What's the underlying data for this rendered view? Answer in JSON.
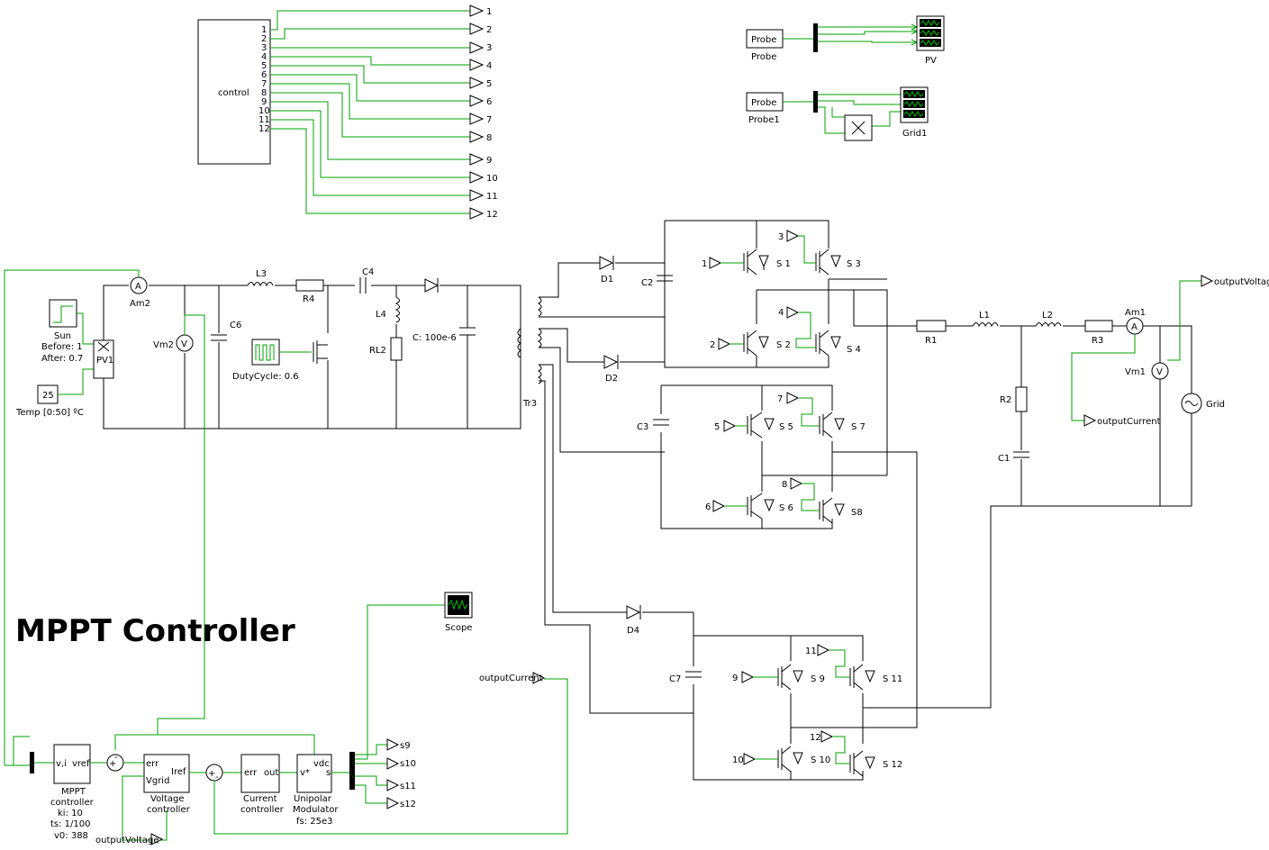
{
  "title": "MPPT Controller",
  "control_block": {
    "label": "control",
    "ports": [
      "1",
      "2",
      "3",
      "4",
      "5",
      "6",
      "7",
      "8",
      "9",
      "10",
      "11",
      "12"
    ],
    "goto_tags": [
      "1",
      "2",
      "3",
      "4",
      "5",
      "6",
      "7",
      "8",
      "9",
      "10",
      "11",
      "12"
    ]
  },
  "probes": {
    "probe": {
      "label": "Probe",
      "name": "Probe",
      "scope": "PV"
    },
    "probe1": {
      "label": "Probe",
      "name": "Probe1",
      "scope": "Grid1"
    }
  },
  "pv_source": {
    "sun_name": "Sun",
    "sun_before": "Before: 1",
    "sun_after": "After: 0.7",
    "temp_value": "25",
    "temp_label": "Temp [0:50] ºC",
    "pv_label": "PV1"
  },
  "meters": {
    "am2": "Am2",
    "vm2": "Vm2",
    "am1": "Am1",
    "vm1": "Vm1"
  },
  "components": {
    "l3": "L3",
    "r4": "R4",
    "c4": "C4",
    "c6": "C6",
    "l4": "L4",
    "rl2": "RL2",
    "c_main": "C: 100e-6",
    "duty": "DutyCycle: 0.6",
    "tr3": "Tr3",
    "d1": "D1",
    "d2": "D2",
    "d4": "D4",
    "c2": "C2",
    "c3": "C3",
    "c7": "C7",
    "r1": "R1",
    "l1": "L1",
    "l2": "L2",
    "r3": "R3",
    "r2": "R2",
    "c1": "C1",
    "grid": "Grid"
  },
  "switches": {
    "s1": "S 1",
    "s2": "S 2",
    "s3": "S 3",
    "s4": "S 4",
    "s5": "S 5",
    "s6": "S 6",
    "s7": "S 7",
    "s8": "S8",
    "s9": "S 9",
    "s10": "S 10",
    "s11": "S 11",
    "s12": "S 12"
  },
  "switch_tags": {
    "t1": "1",
    "t2": "2",
    "t3": "3",
    "t4": "4",
    "t5": "5",
    "t6": "6",
    "t7": "7",
    "t8": "8",
    "t9": "9",
    "t10": "10",
    "t11": "11",
    "t12": "12"
  },
  "signals": {
    "output_voltage": "outputVoltage",
    "output_current": "outputCurrent"
  },
  "controller": {
    "scope": "Scope",
    "mppt_in": "v,i",
    "mppt_out": "vref",
    "mppt_lines": [
      "MPPT",
      "controller",
      "ki: 10",
      "ts: 1/100",
      "v0: 388"
    ],
    "vc_err": "err",
    "vc_vgrid": "Vgrid",
    "vc_iref": "Iref",
    "vc_lines": [
      "Voltage",
      "controller"
    ],
    "cc_err": "err",
    "cc_out": "out",
    "cc_lines": [
      "Current",
      "controller"
    ],
    "um_v": "v*",
    "um_vdc": "vdc",
    "um_s": "s",
    "um_lines": [
      "Unipolar",
      "Modulator",
      "fs: 25e3"
    ],
    "out_tags": [
      "s9",
      "s10",
      "s11",
      "s12"
    ],
    "output_voltage_in": "outputVoltage",
    "output_current_in": "outputCurrent"
  }
}
